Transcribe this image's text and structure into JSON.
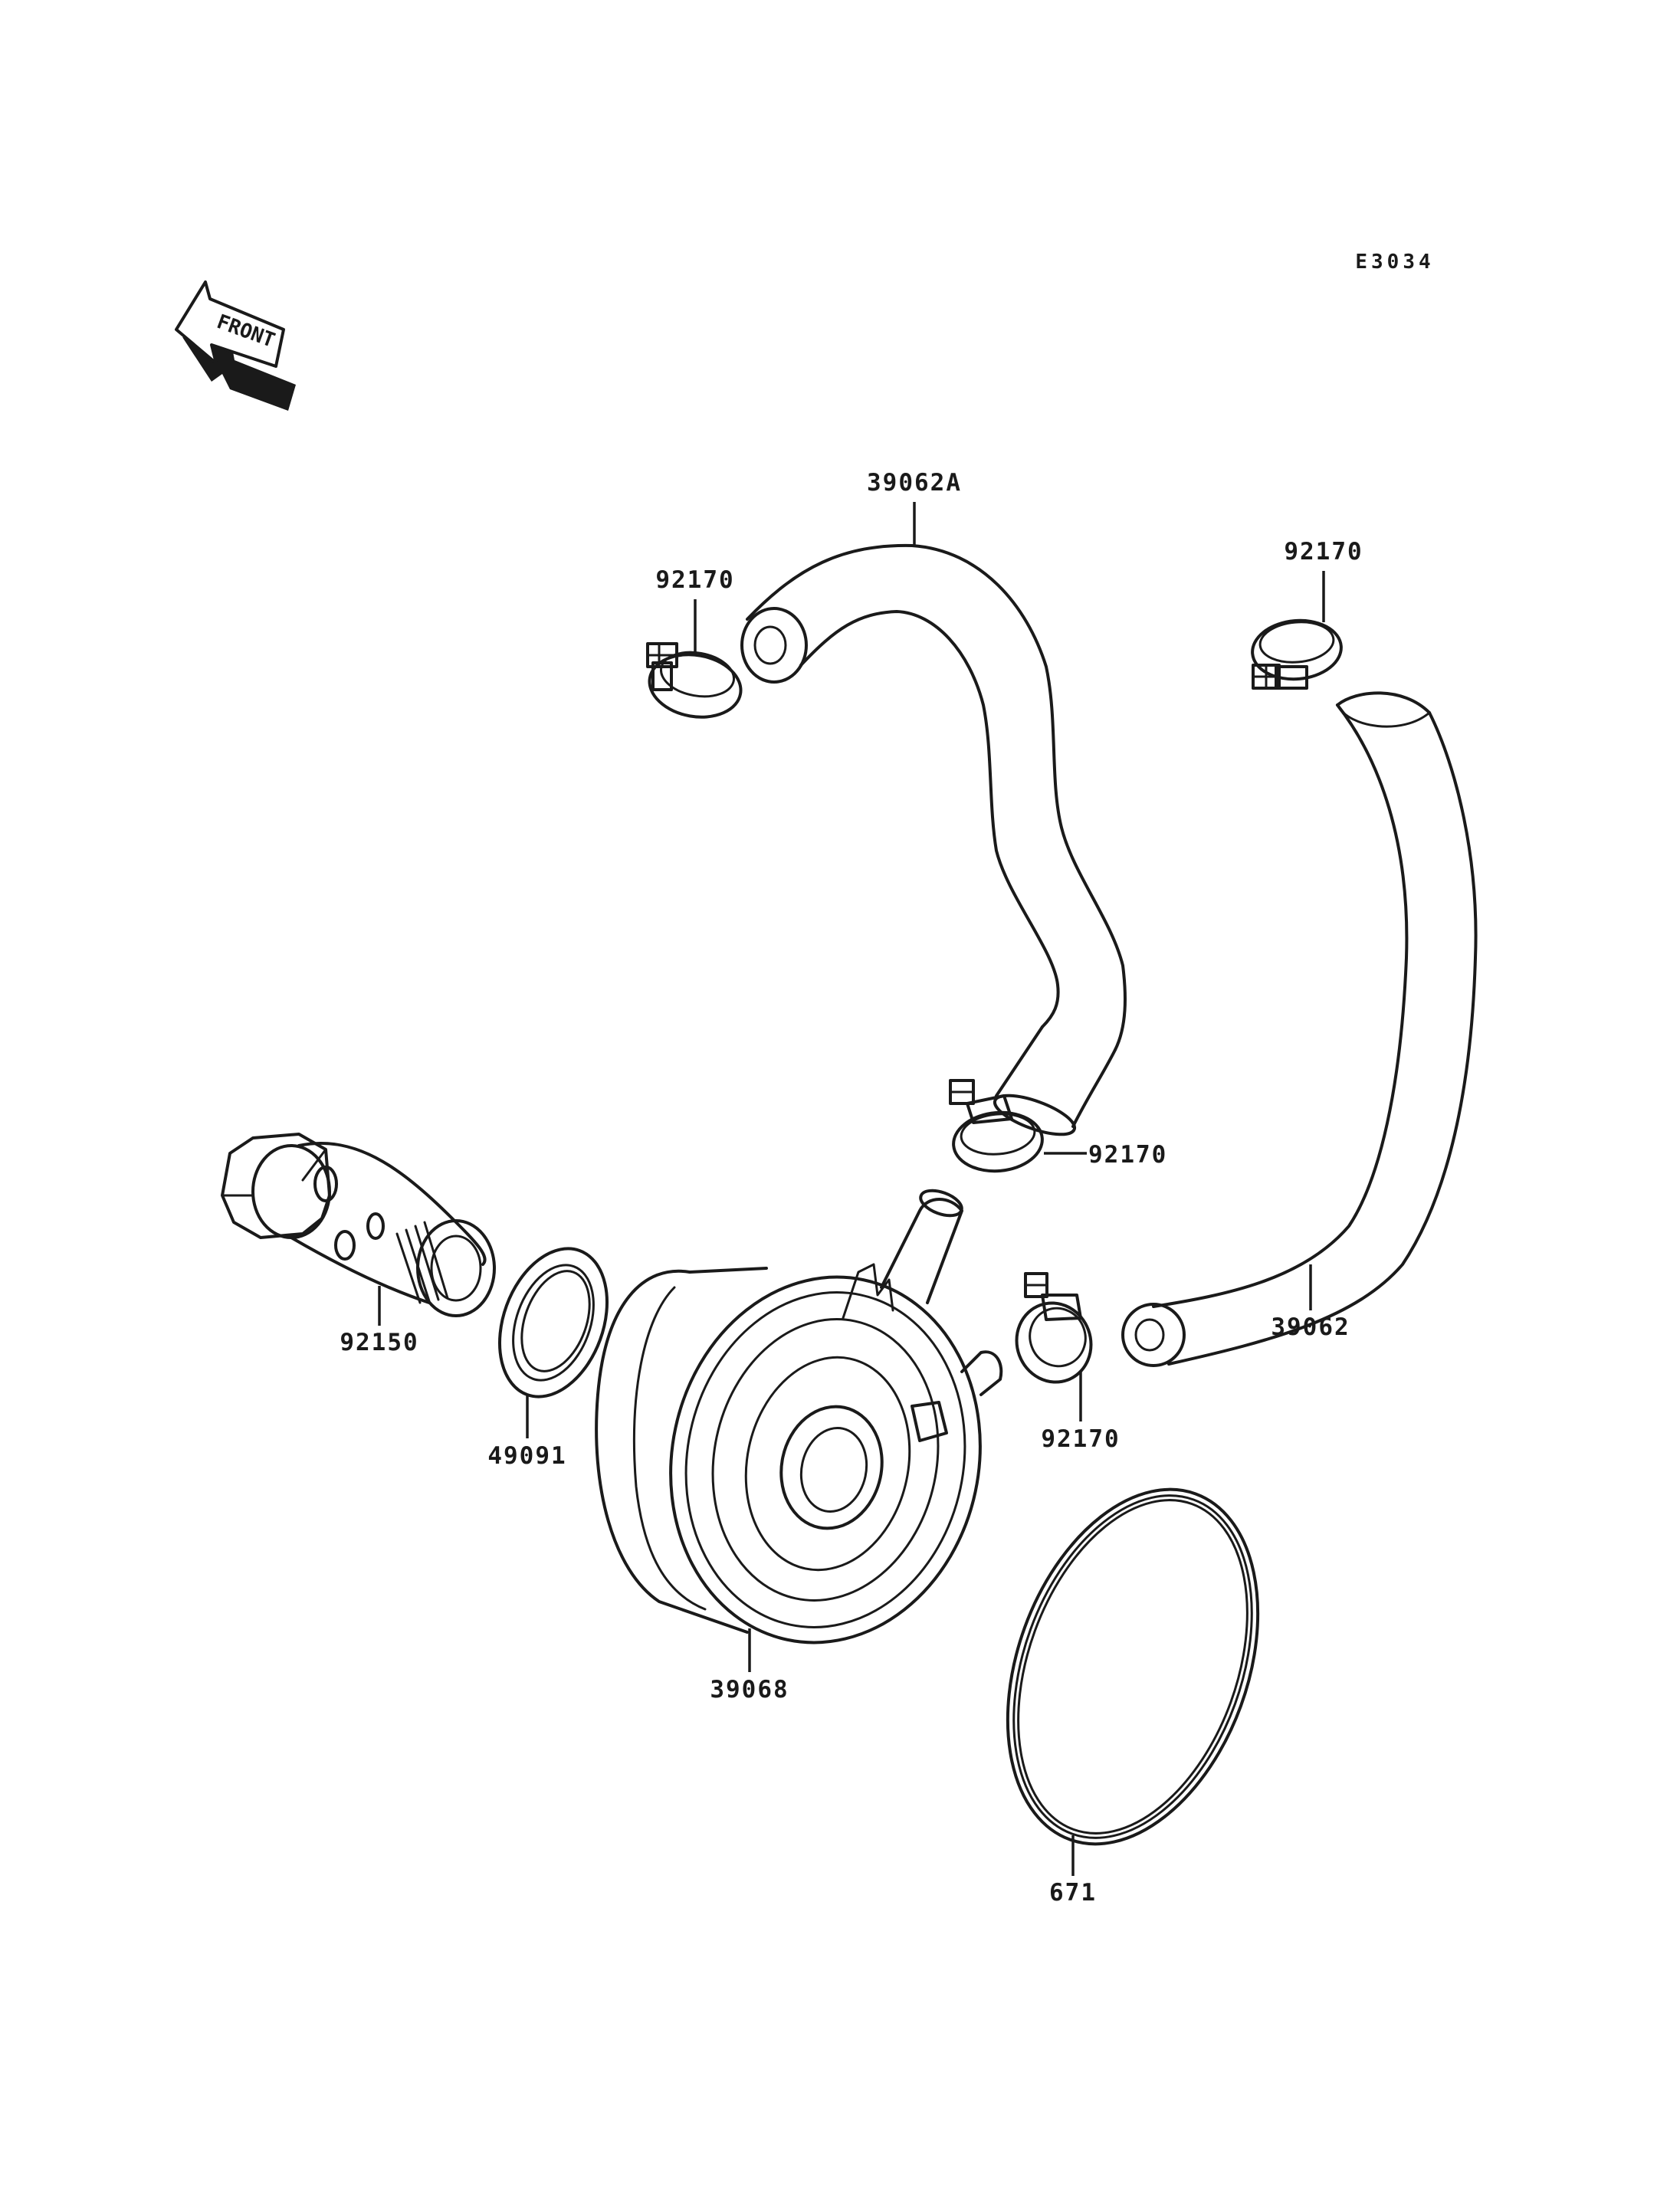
{
  "diagram_code": "E3034",
  "front_label": "FRONT",
  "parts": {
    "hose_upper": "39062A",
    "hose_right": "39062",
    "clamp_upper_left": "92170",
    "clamp_upper_right": "92170",
    "clamp_middle": "92170",
    "clamp_lower": "92170",
    "banjo_bolt": "92150",
    "gasket": "49091",
    "oil_cooler": "39068",
    "o_ring": "671"
  },
  "colors": {
    "line": "#1a1a1a",
    "background": "#ffffff"
  }
}
